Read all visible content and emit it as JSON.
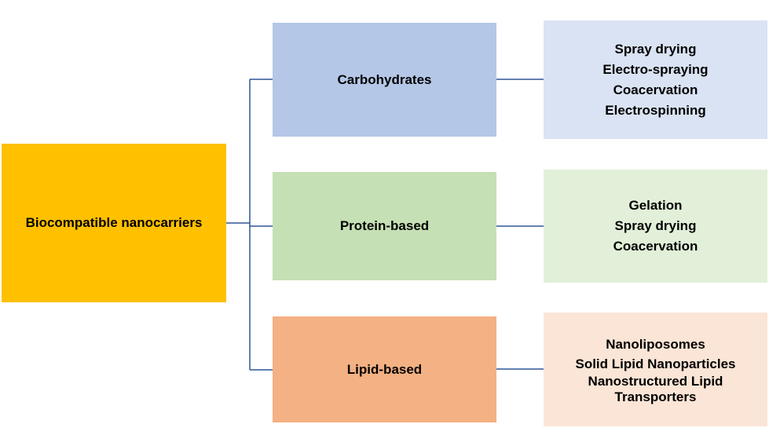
{
  "root": {
    "label": "Biocompatible nanocarriers",
    "color": "#FFC000"
  },
  "categories": [
    {
      "label": "Carbohydrates",
      "color": "#B4C7E7",
      "methods_color": "#DAE3F3",
      "methods": [
        "Spray drying",
        "Electro-spraying",
        "Coacervation",
        "Electrospinning"
      ]
    },
    {
      "label": "Protein-based",
      "color": "#C5E0B4",
      "methods_color": "#E2F0D9",
      "methods": [
        "Gelation",
        "Spray drying",
        "Coacervation"
      ]
    },
    {
      "label": "Lipid-based",
      "color": "#F4B183",
      "methods_color": "#FBE5D6",
      "methods": [
        "Nanoliposomes",
        "Solid Lipid Nanoparticles",
        "Nanostructured Lipid",
        "Transporters"
      ]
    }
  ],
  "connector_color": "#2F5597"
}
